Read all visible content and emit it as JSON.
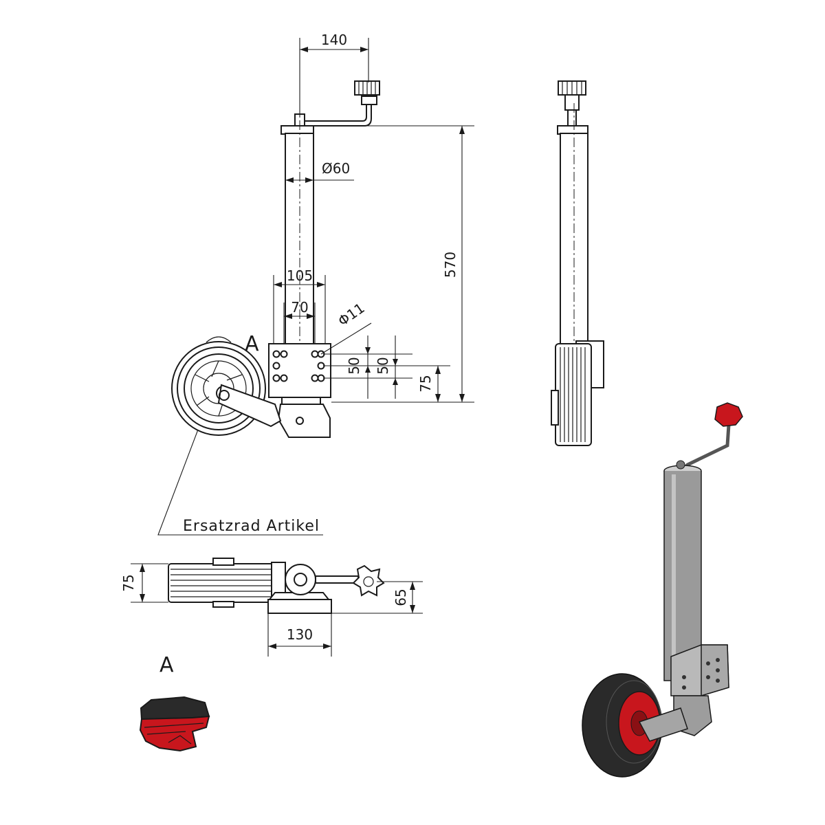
{
  "dimensions": {
    "crank_offset": "140",
    "tube_diameter": "Ø60",
    "height": "570",
    "bracket_width": "105",
    "bolt_spacing_horizontal": "70",
    "hole_diameter": "Φ11",
    "bolt_spacing_vertical_a": "50",
    "bolt_spacing_vertical_b": "50",
    "bracket_height": "75",
    "top_view_width": "75",
    "top_view_height": "65",
    "base_width": "130"
  },
  "labels": {
    "detail_marker": "A",
    "detail_title": "A",
    "spare_wheel_note": "Ersatzrad Artikel"
  },
  "colors": {
    "line": "#1a1a1a",
    "accent_red": "#c8161d",
    "tube_grey": "#9a9a9a",
    "tire_black": "#2a2a2a"
  }
}
